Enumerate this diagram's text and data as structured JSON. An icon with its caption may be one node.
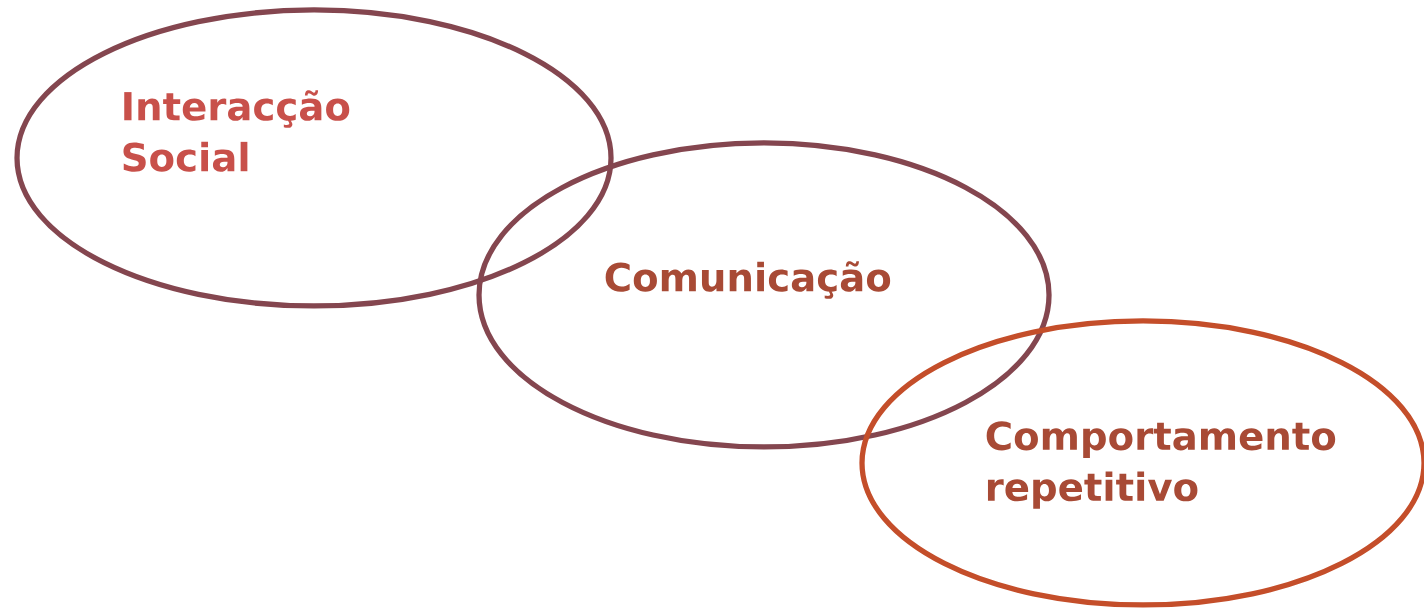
{
  "diagram": {
    "nodes": [
      {
        "text": [
          "Interacção Social"
        ]
      },
      {
        "text": [
          "Comunicação"
        ]
      },
      {
        "text": [
          "Comportamento repetitivo"
        ]
      }
    ]
  }
}
